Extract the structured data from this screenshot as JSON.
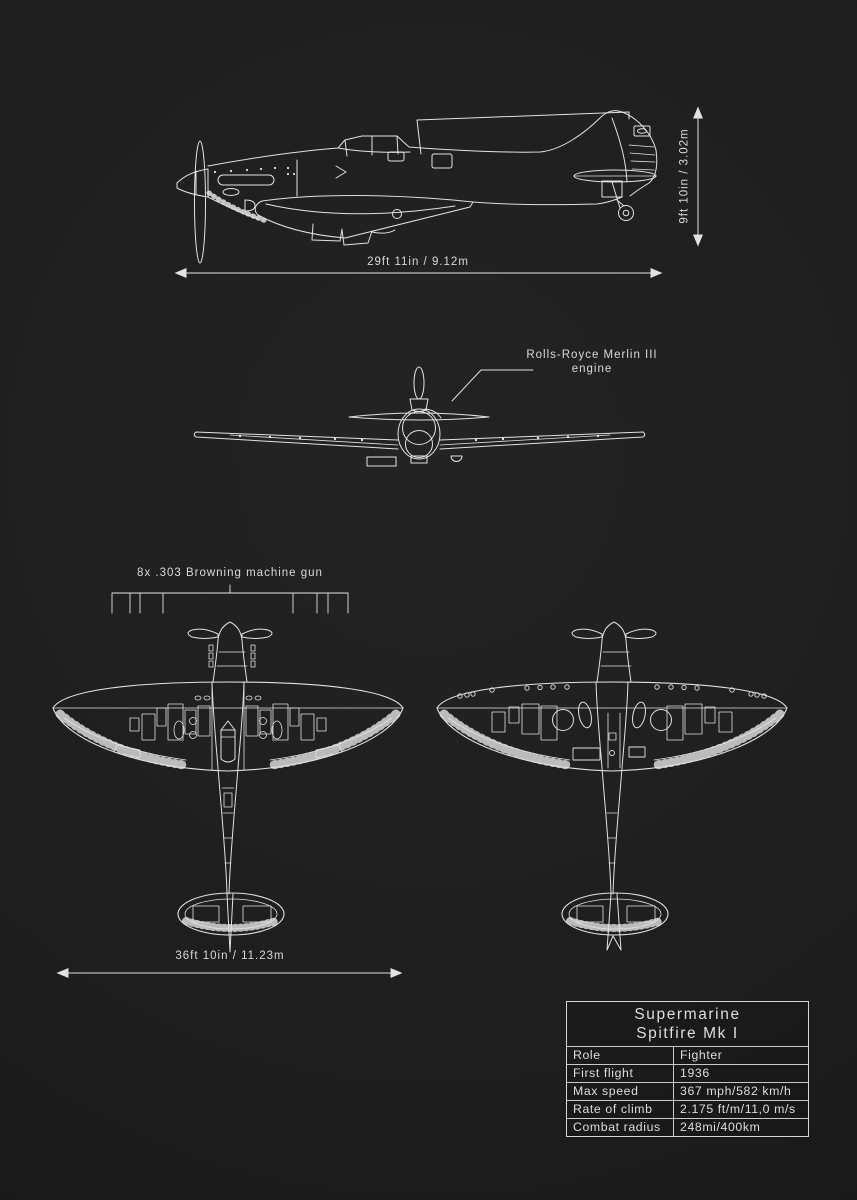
{
  "poster": {
    "colors": {
      "background": "#1e1e1e",
      "line": "#e2e2e2",
      "text": "#d9d9d9"
    },
    "side_view": {
      "length_label": "29ft 11in / 9.12m",
      "height_label": "9ft 10in / 3.02m"
    },
    "front_view": {
      "engine_label_line1": "Rolls-Royce Merlin III",
      "engine_label_line2": "engine"
    },
    "top_view": {
      "guns_label": "8x .303 Browning machine gun",
      "wingspan_label": "36ft 10in / 11.23m"
    },
    "spec_table": {
      "title_line1": "Supermarine",
      "title_line2": "Spitfire Mk I",
      "rows": [
        {
          "label": "Role",
          "value": "Fighter"
        },
        {
          "label": "First flight",
          "value": "1936"
        },
        {
          "label": "Max speed",
          "value": "367 mph/582 km/h"
        },
        {
          "label": "Rate of climb",
          "value": "2.175 ft/m/11,0 m/s"
        },
        {
          "label": "Combat radius",
          "value": "248mi/400km"
        }
      ]
    }
  }
}
